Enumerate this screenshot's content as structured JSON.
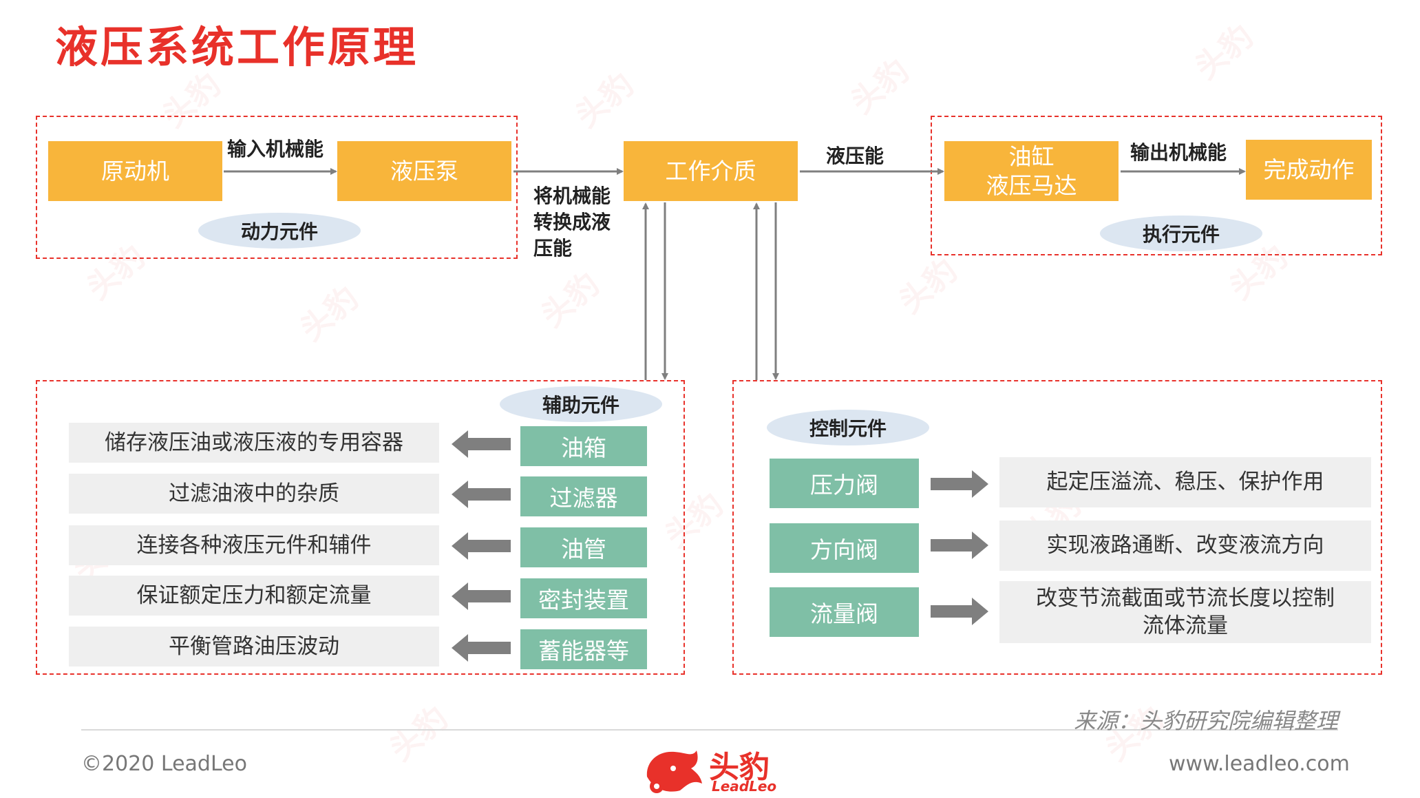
{
  "title": "液压系统工作原理",
  "power_group": {
    "prime_mover": "原动机",
    "arrow_label": "输入机械能",
    "pump": "液压泵",
    "badge": "动力元件"
  },
  "pump_to_medium_label": "将机械能转换成液压能",
  "working_medium": "工作介质",
  "medium_to_actuator_label": "液压能",
  "actuator_group": {
    "actuator": [
      "油缸",
      "液压马达"
    ],
    "arrow_label": "输出机械能",
    "result": "完成动作",
    "badge": "执行元件"
  },
  "auxiliary_group": {
    "badge": "辅助元件",
    "items": [
      {
        "name": "油箱",
        "desc": "储存液压油或液压液的专用容器"
      },
      {
        "name": "过滤器",
        "desc": "过滤油液中的杂质"
      },
      {
        "name": "油管",
        "desc": "连接各种液压元件和辅件"
      },
      {
        "name": "密封装置",
        "desc": "保证额定压力和额定流量"
      },
      {
        "name": "蓄能器等",
        "desc": "平衡管路油压波动"
      }
    ]
  },
  "control_group": {
    "badge": "控制元件",
    "items": [
      {
        "name": "压力阀",
        "desc": "起定压溢流、稳压、保护作用"
      },
      {
        "name": "方向阀",
        "desc": "实现液路通断、改变液流方向"
      },
      {
        "name": "流量阀",
        "desc": "改变节流截面或节流长度以控制流体流量"
      }
    ]
  },
  "source": "来源：头豹研究院编辑整理",
  "copyright": "©2020 LeadLeo",
  "website": "www.leadleo.com",
  "logo": {
    "cn": "头豹",
    "en": "LeadLeo"
  },
  "colors": {
    "accent": "#e8312a",
    "orange_box": "#f8b53b",
    "green_box": "#7fbfa6",
    "badge": "#dce6f1"
  }
}
